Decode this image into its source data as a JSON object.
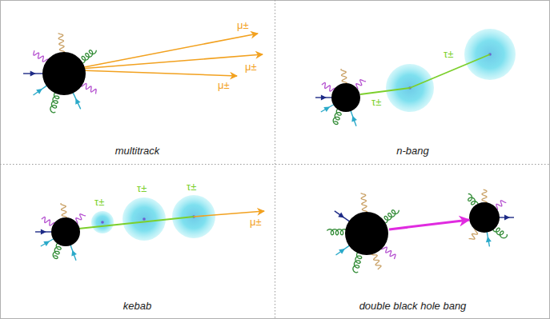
{
  "diagram": {
    "nodes": [
      {
        "text": [
          "multitrack"
        ]
      },
      {
        "text": [
          "n-bang"
        ]
      },
      {
        "text": [
          "kebab"
        ]
      },
      {
        "text": [
          "double black hole bang"
        ]
      }
    ],
    "labels": [
      "μ±",
      "μ±",
      "μ±",
      "τ±",
      "τ±",
      "τ±",
      "τ±",
      "τ±",
      "μ±"
    ]
  }
}
